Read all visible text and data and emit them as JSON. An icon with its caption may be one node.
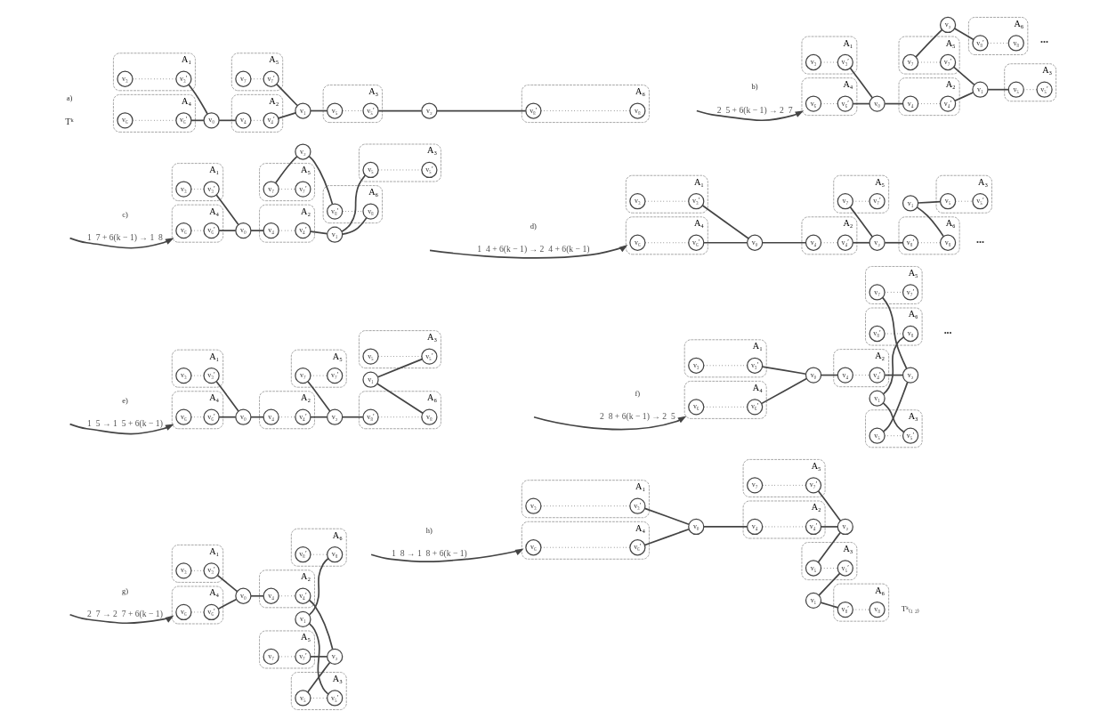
{
  "diagram": {
    "nodes": [
      {
        "text": [
          "A₄"
        ]
      },
      {
        "text": [
          "v₆"
        ],
        "in": 0
      },
      {
        "text": [
          "v₆′"
        ],
        "in": 0
      },
      {
        "text": [
          "A₁"
        ]
      },
      {
        "text": [
          "v₃′"
        ],
        "in": 3
      },
      {
        "text": [
          "v₃"
        ],
        "in": 3
      },
      {
        "text": [
          "v₀"
        ]
      },
      {
        "text": [
          "A₂"
        ]
      },
      {
        "text": [
          "v₄"
        ],
        "in": 7
      },
      {
        "text": [
          "v₄′"
        ],
        "in": 7
      },
      {
        "text": [
          "v₁"
        ]
      },
      {
        "text": [
          "A₅"
        ]
      },
      {
        "text": [
          "v₇"
        ],
        "in": 11
      },
      {
        "text": [
          "v₇′"
        ],
        "in": 11
      },
      {
        "text": [
          "A₃"
        ]
      },
      {
        "text": [
          "v₅"
        ],
        "in": 14
      },
      {
        "text": [
          "v₅′"
        ],
        "in": 14
      },
      {
        "text": [
          "v₂"
        ]
      },
      {
        "text": [
          "A₆"
        ]
      },
      {
        "text": [
          "v₈′"
        ],
        "in": 18
      },
      {
        "text": [
          "v₈"
        ],
        "in": 18
      },
      {
        "text": [
          "A₄"
        ]
      },
      {
        "text": [
          "v₆"
        ],
        "in": 21
      },
      {
        "text": [
          "v₆′"
        ],
        "in": 21
      },
      {
        "text": [
          "A₁"
        ]
      },
      {
        "text": [
          "v₃′"
        ],
        "in": 24
      },
      {
        "text": [
          "v₃"
        ],
        "in": 24
      },
      {
        "text": [
          "v₀"
        ]
      },
      {
        "text": [
          "A₂"
        ]
      },
      {
        "text": [
          "v₄"
        ],
        "in": 28
      },
      {
        "text": [
          "v₄′"
        ],
        "in": 28
      },
      {
        "text": [
          "v₁"
        ]
      },
      {
        "text": [
          "A₅"
        ]
      },
      {
        "text": [
          "v₇"
        ],
        "in": 32
      },
      {
        "text": [
          "v₇′"
        ],
        "in": 32
      },
      {
        "text": [
          "A₃"
        ]
      },
      {
        "text": [
          "v₅"
        ],
        "in": 35
      },
      {
        "text": [
          "v₅′"
        ],
        "in": 35
      },
      {
        "text": [
          "v₂"
        ]
      },
      {
        "text": [
          "A₆"
        ]
      },
      {
        "text": [
          "v₈′"
        ],
        "in": 39
      },
      {
        "text": [
          "v₈"
        ],
        "in": 39
      },
      {
        "text": [
          "A₄"
        ]
      },
      {
        "text": [
          "v₆"
        ],
        "in": 42
      },
      {
        "text": [
          "v₆′"
        ],
        "in": 42
      },
      {
        "text": [
          "A₁"
        ]
      },
      {
        "text": [
          "v₃′"
        ],
        "in": 45
      },
      {
        "text": [
          "v₃"
        ],
        "in": 45
      },
      {
        "text": [
          "v₀"
        ]
      },
      {
        "text": [
          "A₂"
        ]
      },
      {
        "text": [
          "v₄"
        ],
        "in": 49
      },
      {
        "text": [
          "v₄′"
        ],
        "in": 49
      },
      {
        "text": [
          "v₁"
        ]
      },
      {
        "text": [
          "A₅"
        ]
      },
      {
        "text": [
          "v₇"
        ],
        "in": 53
      },
      {
        "text": [
          "v₇′"
        ],
        "in": 53
      },
      {
        "text": [
          "A₃"
        ]
      },
      {
        "text": [
          "v₅"
        ],
        "in": 56
      },
      {
        "text": [
          "v₅′"
        ],
        "in": 56
      },
      {
        "text": [
          "v₂"
        ]
      },
      {
        "text": [
          "A₆"
        ]
      },
      {
        "text": [
          "v₈′"
        ],
        "in": 60
      },
      {
        "text": [
          "v₈"
        ],
        "in": 60
      },
      {
        "text": [
          "A₄"
        ]
      },
      {
        "text": [
          "v₆"
        ],
        "in": 63
      },
      {
        "text": [
          "v₆′"
        ],
        "in": 63
      },
      {
        "text": [
          "A₁"
        ]
      },
      {
        "text": [
          "v₃′"
        ],
        "in": 66
      },
      {
        "text": [
          "v₃"
        ],
        "in": 66
      },
      {
        "text": [
          "v₀"
        ]
      },
      {
        "text": [
          "A₂"
        ]
      },
      {
        "text": [
          "v₄"
        ],
        "in": 70
      },
      {
        "text": [
          "v₄′"
        ],
        "in": 70
      },
      {
        "text": [
          "v₁"
        ]
      },
      {
        "text": [
          "A₅"
        ]
      },
      {
        "text": [
          "v₇"
        ],
        "in": 74
      },
      {
        "text": [
          "v₇′"
        ],
        "in": 74
      },
      {
        "text": [
          "A₃"
        ]
      },
      {
        "text": [
          "v₅"
        ],
        "in": 77
      },
      {
        "text": [
          "v₅′"
        ],
        "in": 77
      },
      {
        "text": [
          "v₂"
        ]
      },
      {
        "text": [
          "A₆"
        ]
      },
      {
        "text": [
          "v₈′"
        ],
        "in": 81
      },
      {
        "text": [
          "v₈"
        ],
        "in": 81
      },
      {
        "text": [
          "A₄"
        ]
      },
      {
        "text": [
          "v₆"
        ],
        "in": 84
      },
      {
        "text": [
          "v₆′"
        ],
        "in": 84
      },
      {
        "text": [
          "A₁"
        ]
      },
      {
        "text": [
          "v₃′"
        ],
        "in": 87
      },
      {
        "text": [
          "v₃"
        ],
        "in": 87
      },
      {
        "text": [
          "v₀"
        ]
      },
      {
        "text": [
          "A₂"
        ]
      },
      {
        "text": [
          "v₄"
        ],
        "in": 91
      },
      {
        "text": [
          "v₄′"
        ],
        "in": 91
      },
      {
        "text": [
          "v₁"
        ]
      },
      {
        "text": [
          "A₅"
        ]
      },
      {
        "text": [
          "v₇"
        ],
        "in": 95
      },
      {
        "text": [
          "v₇′"
        ],
        "in": 95
      },
      {
        "text": [
          "A₃"
        ]
      },
      {
        "text": [
          "v₅"
        ],
        "in": 98
      },
      {
        "text": [
          "v₅′"
        ],
        "in": 98
      },
      {
        "text": [
          "v₂"
        ]
      },
      {
        "text": [
          "A₆"
        ]
      },
      {
        "text": [
          "v₈′"
        ],
        "in": 102
      },
      {
        "text": [
          "v₈"
        ],
        "in": 102
      },
      {
        "text": [
          "A₄"
        ]
      },
      {
        "text": [
          "v₆"
        ],
        "in": 105
      },
      {
        "text": [
          "v₆′"
        ],
        "in": 105
      },
      {
        "text": [
          "A₁"
        ]
      },
      {
        "text": [
          "v₃′"
        ],
        "in": 108
      },
      {
        "text": [
          "v₃"
        ],
        "in": 108
      },
      {
        "text": [
          "v₀"
        ]
      },
      {
        "text": [
          "A₂"
        ]
      },
      {
        "text": [
          "v₄"
        ],
        "in": 112
      },
      {
        "text": [
          "v₄′"
        ],
        "in": 112
      },
      {
        "text": [
          "v₁"
        ]
      },
      {
        "text": [
          "A₅"
        ]
      },
      {
        "text": [
          "v₇"
        ],
        "in": 116
      },
      {
        "text": [
          "v₇′"
        ],
        "in": 116
      },
      {
        "text": [
          "A₃"
        ]
      },
      {
        "text": [
          "v₅"
        ],
        "in": 119
      },
      {
        "text": [
          "v₅′"
        ],
        "in": 119
      },
      {
        "text": [
          "v₂"
        ]
      },
      {
        "text": [
          "A₆"
        ]
      },
      {
        "text": [
          "v₈′"
        ],
        "in": 123
      },
      {
        "text": [
          "v₈"
        ],
        "in": 123
      },
      {
        "text": [
          "A₄"
        ]
      },
      {
        "text": [
          "v₆"
        ],
        "in": 126
      },
      {
        "text": [
          "v₆′"
        ],
        "in": 126
      },
      {
        "text": [
          "A₁"
        ]
      },
      {
        "text": [
          "v₃′"
        ],
        "in": 129
      },
      {
        "text": [
          "v₃"
        ],
        "in": 129
      },
      {
        "text": [
          "v₀"
        ]
      },
      {
        "text": [
          "A₂"
        ]
      },
      {
        "text": [
          "v₄"
        ],
        "in": 133
      },
      {
        "text": [
          "v₄′"
        ],
        "in": 133
      },
      {
        "text": [
          "v₁"
        ]
      },
      {
        "text": [
          "A₅"
        ]
      },
      {
        "text": [
          "v₇"
        ],
        "in": 137
      },
      {
        "text": [
          "v₇′"
        ],
        "in": 137
      },
      {
        "text": [
          "A₃"
        ]
      },
      {
        "text": [
          "v₅"
        ],
        "in": 140
      },
      {
        "text": [
          "v₅′"
        ],
        "in": 140
      },
      {
        "text": [
          "v₂"
        ]
      },
      {
        "text": [
          "A₆"
        ]
      },
      {
        "text": [
          "v₈′"
        ],
        "in": 144
      },
      {
        "text": [
          "v₈"
        ],
        "in": 144
      },
      {
        "text": [
          "A₄"
        ]
      },
      {
        "text": [
          "v₆"
        ],
        "in": 147
      },
      {
        "text": [
          "v₆′"
        ],
        "in": 147
      },
      {
        "text": [
          "A₁"
        ]
      },
      {
        "text": [
          "v₃′"
        ],
        "in": 150
      },
      {
        "text": [
          "v₃"
        ],
        "in": 150
      },
      {
        "text": [
          "v₀"
        ]
      },
      {
        "text": [
          "A₂"
        ]
      },
      {
        "text": [
          "v₄"
        ],
        "in": 154
      },
      {
        "text": [
          "v₄′"
        ],
        "in": 154
      },
      {
        "text": [
          "v₁"
        ]
      },
      {
        "text": [
          "A₅"
        ]
      },
      {
        "text": [
          "v₇"
        ],
        "in": 158
      },
      {
        "text": [
          "v₇′"
        ],
        "in": 158
      },
      {
        "text": [
          "A₃"
        ]
      },
      {
        "text": [
          "v₅"
        ],
        "in": 161
      },
      {
        "text": [
          "v₅′"
        ],
        "in": 161
      },
      {
        "text": [
          "v₂"
        ]
      },
      {
        "text": [
          "A₆"
        ]
      },
      {
        "text": [
          "v₈′"
        ],
        "in": 165
      },
      {
        "text": [
          "v₈"
        ],
        "in": 165
      }
    ],
    "edges": [
      {
        "from": 1,
        "to": 2,
        "arrow": "none",
        "style": "dashed"
      },
      {
        "from": 2,
        "to": 6,
        "arrow": "none"
      },
      {
        "from": 5,
        "to": 4,
        "arrow": "none",
        "style": "dashed"
      },
      {
        "from": 4,
        "to": 6,
        "arrow": "none"
      },
      {
        "from": 6,
        "to": 8,
        "arrow": "none"
      },
      {
        "from": 8,
        "to": 9,
        "arrow": "none",
        "style": "dashed"
      },
      {
        "from": 12,
        "to": 13,
        "arrow": "none",
        "style": "dashed"
      },
      {
        "from": 15,
        "to": 16,
        "arrow": "none",
        "style": "dashed"
      },
      {
        "from": 19,
        "to": 20,
        "arrow": "none",
        "style": "dashed"
      },
      {
        "from": 9,
        "to": 10,
        "arrow": "none"
      },
      {
        "from": 13,
        "to": 10,
        "arrow": "none"
      },
      {
        "from": 10,
        "to": 15,
        "arrow": "none"
      },
      {
        "from": 16,
        "to": 17,
        "arrow": "none"
      },
      {
        "from": 17,
        "to": 19,
        "arrow": "none"
      },
      {
        "from": 22,
        "to": 23,
        "arrow": "none",
        "style": "dashed"
      },
      {
        "from": 23,
        "to": 27,
        "arrow": "none"
      },
      {
        "from": 26,
        "to": 25,
        "arrow": "none",
        "style": "dashed"
      },
      {
        "from": 25,
        "to": 27,
        "arrow": "none"
      },
      {
        "from": 27,
        "to": 29,
        "arrow": "none"
      },
      {
        "from": 29,
        "to": 30,
        "arrow": "none",
        "style": "dashed"
      },
      {
        "from": 33,
        "to": 34,
        "arrow": "none",
        "style": "dashed"
      },
      {
        "from": 36,
        "to": 37,
        "arrow": "none",
        "style": "dashed"
      },
      {
        "from": 40,
        "to": 41,
        "arrow": "none",
        "style": "dashed"
      },
      {
        "from": 30,
        "to": 31,
        "arrow": "none"
      },
      {
        "from": 34,
        "to": 31,
        "arrow": "none"
      },
      {
        "from": 31,
        "to": 36,
        "arrow": "none"
      },
      {
        "from": 33,
        "to": 38,
        "arrow": "none"
      },
      {
        "from": 38,
        "to": 40,
        "arrow": "none"
      },
      {
        "from": 43,
        "to": 44,
        "arrow": "none",
        "style": "dashed"
      },
      {
        "from": 44,
        "to": 48,
        "arrow": "none"
      },
      {
        "from": 47,
        "to": 46,
        "arrow": "none",
        "style": "dashed"
      },
      {
        "from": 46,
        "to": 48,
        "arrow": "none"
      },
      {
        "from": 48,
        "to": 50,
        "arrow": "none"
      },
      {
        "from": 50,
        "to": 51,
        "arrow": "none",
        "style": "dashed"
      },
      {
        "from": 54,
        "to": 55,
        "arrow": "none",
        "style": "dashed"
      },
      {
        "from": 57,
        "to": 58,
        "arrow": "none",
        "style": "dashed"
      },
      {
        "from": 61,
        "to": 62,
        "arrow": "none",
        "style": "dashed"
      },
      {
        "from": 51,
        "to": 52,
        "arrow": "none"
      },
      {
        "from": 54,
        "to": 59,
        "arrow": "none"
      },
      {
        "from": 52,
        "to": 57,
        "arrow": "none"
      },
      {
        "from": 52,
        "to": 62,
        "arrow": "none"
      },
      {
        "from": 59,
        "to": 61,
        "arrow": "none"
      },
      {
        "from": 64,
        "to": 65,
        "arrow": "none",
        "style": "dashed"
      },
      {
        "from": 65,
        "to": 69,
        "arrow": "none"
      },
      {
        "from": 68,
        "to": 67,
        "arrow": "none",
        "style": "dashed"
      },
      {
        "from": 67,
        "to": 69,
        "arrow": "none"
      },
      {
        "from": 69,
        "to": 71,
        "arrow": "none"
      },
      {
        "from": 71,
        "to": 72,
        "arrow": "none",
        "style": "dashed"
      },
      {
        "from": 75,
        "to": 76,
        "arrow": "none",
        "style": "dashed"
      },
      {
        "from": 78,
        "to": 79,
        "arrow": "none",
        "style": "dashed"
      },
      {
        "from": 82,
        "to": 83,
        "arrow": "none",
        "style": "dashed"
      },
      {
        "from": 72,
        "to": 80,
        "arrow": "none"
      },
      {
        "from": 75,
        "to": 80,
        "arrow": "none"
      },
      {
        "from": 73,
        "to": 78,
        "arrow": "none"
      },
      {
        "from": 73,
        "to": 83,
        "arrow": "none"
      },
      {
        "from": 80,
        "to": 82,
        "arrow": "none"
      },
      {
        "from": 85,
        "to": 86,
        "arrow": "none",
        "style": "dashed"
      },
      {
        "from": 86,
        "to": 90,
        "arrow": "none"
      },
      {
        "from": 89,
        "to": 88,
        "arrow": "none",
        "style": "dashed"
      },
      {
        "from": 88,
        "to": 90,
        "arrow": "none"
      },
      {
        "from": 90,
        "to": 92,
        "arrow": "none"
      },
      {
        "from": 92,
        "to": 93,
        "arrow": "none",
        "style": "dashed"
      },
      {
        "from": 96,
        "to": 97,
        "arrow": "none",
        "style": "dashed"
      },
      {
        "from": 99,
        "to": 100,
        "arrow": "none",
        "style": "dashed"
      },
      {
        "from": 103,
        "to": 104,
        "arrow": "none",
        "style": "dashed"
      },
      {
        "from": 93,
        "to": 101,
        "arrow": "none"
      },
      {
        "from": 96,
        "to": 101,
        "arrow": "none"
      },
      {
        "from": 94,
        "to": 100,
        "arrow": "none"
      },
      {
        "from": 94,
        "to": 104,
        "arrow": "none"
      },
      {
        "from": 101,
        "to": 103,
        "arrow": "none"
      },
      {
        "from": 106,
        "to": 107,
        "arrow": "none",
        "style": "dashed"
      },
      {
        "from": 107,
        "to": 111,
        "arrow": "none"
      },
      {
        "from": 110,
        "to": 109,
        "arrow": "none",
        "style": "dashed"
      },
      {
        "from": 109,
        "to": 111,
        "arrow": "none"
      },
      {
        "from": 111,
        "to": 113,
        "arrow": "none"
      },
      {
        "from": 113,
        "to": 114,
        "arrow": "none",
        "style": "dashed"
      },
      {
        "from": 117,
        "to": 118,
        "arrow": "none",
        "style": "dashed"
      },
      {
        "from": 120,
        "to": 121,
        "arrow": "none",
        "style": "dashed"
      },
      {
        "from": 124,
        "to": 125,
        "arrow": "none",
        "style": "dashed"
      },
      {
        "from": 114,
        "to": 122,
        "arrow": "none"
      },
      {
        "from": 117,
        "to": 122,
        "arrow": "none"
      },
      {
        "from": 120,
        "to": 122,
        "arrow": "none"
      },
      {
        "from": 115,
        "to": 121,
        "arrow": "none"
      },
      {
        "from": 115,
        "to": 125,
        "arrow": "none"
      },
      {
        "from": 127,
        "to": 128,
        "arrow": "none",
        "style": "dashed"
      },
      {
        "from": 128,
        "to": 132,
        "arrow": "none"
      },
      {
        "from": 131,
        "to": 130,
        "arrow": "none",
        "style": "dashed"
      },
      {
        "from": 130,
        "to": 132,
        "arrow": "none"
      },
      {
        "from": 132,
        "to": 134,
        "arrow": "none"
      },
      {
        "from": 134,
        "to": 135,
        "arrow": "none",
        "style": "dashed"
      },
      {
        "from": 138,
        "to": 139,
        "arrow": "none",
        "style": "dashed"
      },
      {
        "from": 141,
        "to": 142,
        "arrow": "none",
        "style": "dashed"
      },
      {
        "from": 145,
        "to": 146,
        "arrow": "none",
        "style": "dashed"
      },
      {
        "from": 135,
        "to": 143,
        "arrow": "none"
      },
      {
        "from": 139,
        "to": 143,
        "arrow": "none"
      },
      {
        "from": 141,
        "to": 143,
        "arrow": "none"
      },
      {
        "from": 136,
        "to": 142,
        "arrow": "none"
      },
      {
        "from": 136,
        "to": 146,
        "arrow": "none"
      },
      {
        "from": 148,
        "to": 149,
        "arrow": "none",
        "style": "dashed"
      },
      {
        "from": 149,
        "to": 153,
        "arrow": "none"
      },
      {
        "from": 152,
        "to": 151,
        "arrow": "none",
        "style": "dashed"
      },
      {
        "from": 151,
        "to": 153,
        "arrow": "none"
      },
      {
        "from": 153,
        "to": 155,
        "arrow": "none"
      },
      {
        "from": 155,
        "to": 156,
        "arrow": "none",
        "style": "dashed"
      },
      {
        "from": 159,
        "to": 160,
        "arrow": "none",
        "style": "dashed"
      },
      {
        "from": 162,
        "to": 163,
        "arrow": "none",
        "style": "dashed"
      },
      {
        "from": 166,
        "to": 167,
        "arrow": "none",
        "style": "dashed"
      },
      {
        "from": 156,
        "to": 164,
        "arrow": "none"
      },
      {
        "from": 160,
        "to": 164,
        "arrow": "none"
      },
      {
        "from": 162,
        "to": 164,
        "arrow": "none"
      },
      {
        "from": 157,
        "to": 163,
        "arrow": "none"
      },
      {
        "from": 157,
        "to": 166,
        "arrow": "none"
      },
      {
        "from": null,
        "to": 21,
        "arrow": "to",
        "label": "2  5 + 6(k − 1) → 2  7"
      },
      {
        "from": null,
        "to": 42,
        "arrow": "to",
        "label": "1  7 + 6(k − 1) → 1  8"
      },
      {
        "from": null,
        "to": 63,
        "arrow": "to",
        "label": "1  4 + 6(k − 1) → 2  4 + 6(k − 1)"
      },
      {
        "from": null,
        "to": 84,
        "arrow": "to",
        "label": "1  5 → 1  5 + 6(k − 1)"
      },
      {
        "from": null,
        "to": 105,
        "arrow": "to",
        "label": "2  8 + 6(k − 1) → 2  5"
      },
      {
        "from": null,
        "to": 126,
        "arrow": "to",
        "label": "2  7 → 2  7 + 6(k − 1)"
      },
      {
        "from": null,
        "to": 147,
        "arrow": "to",
        "label": "1  8 → 1  8 + 6(k − 1)"
      }
    ],
    "labels": [
      "a)",
      "b)",
      "Tᵏ",
      "•••",
      "c)",
      "d)",
      "•••",
      "e)",
      "f)",
      "•••",
      "g)",
      "h)",
      "Tᵏ₍₁ ₂₎"
    ]
  }
}
